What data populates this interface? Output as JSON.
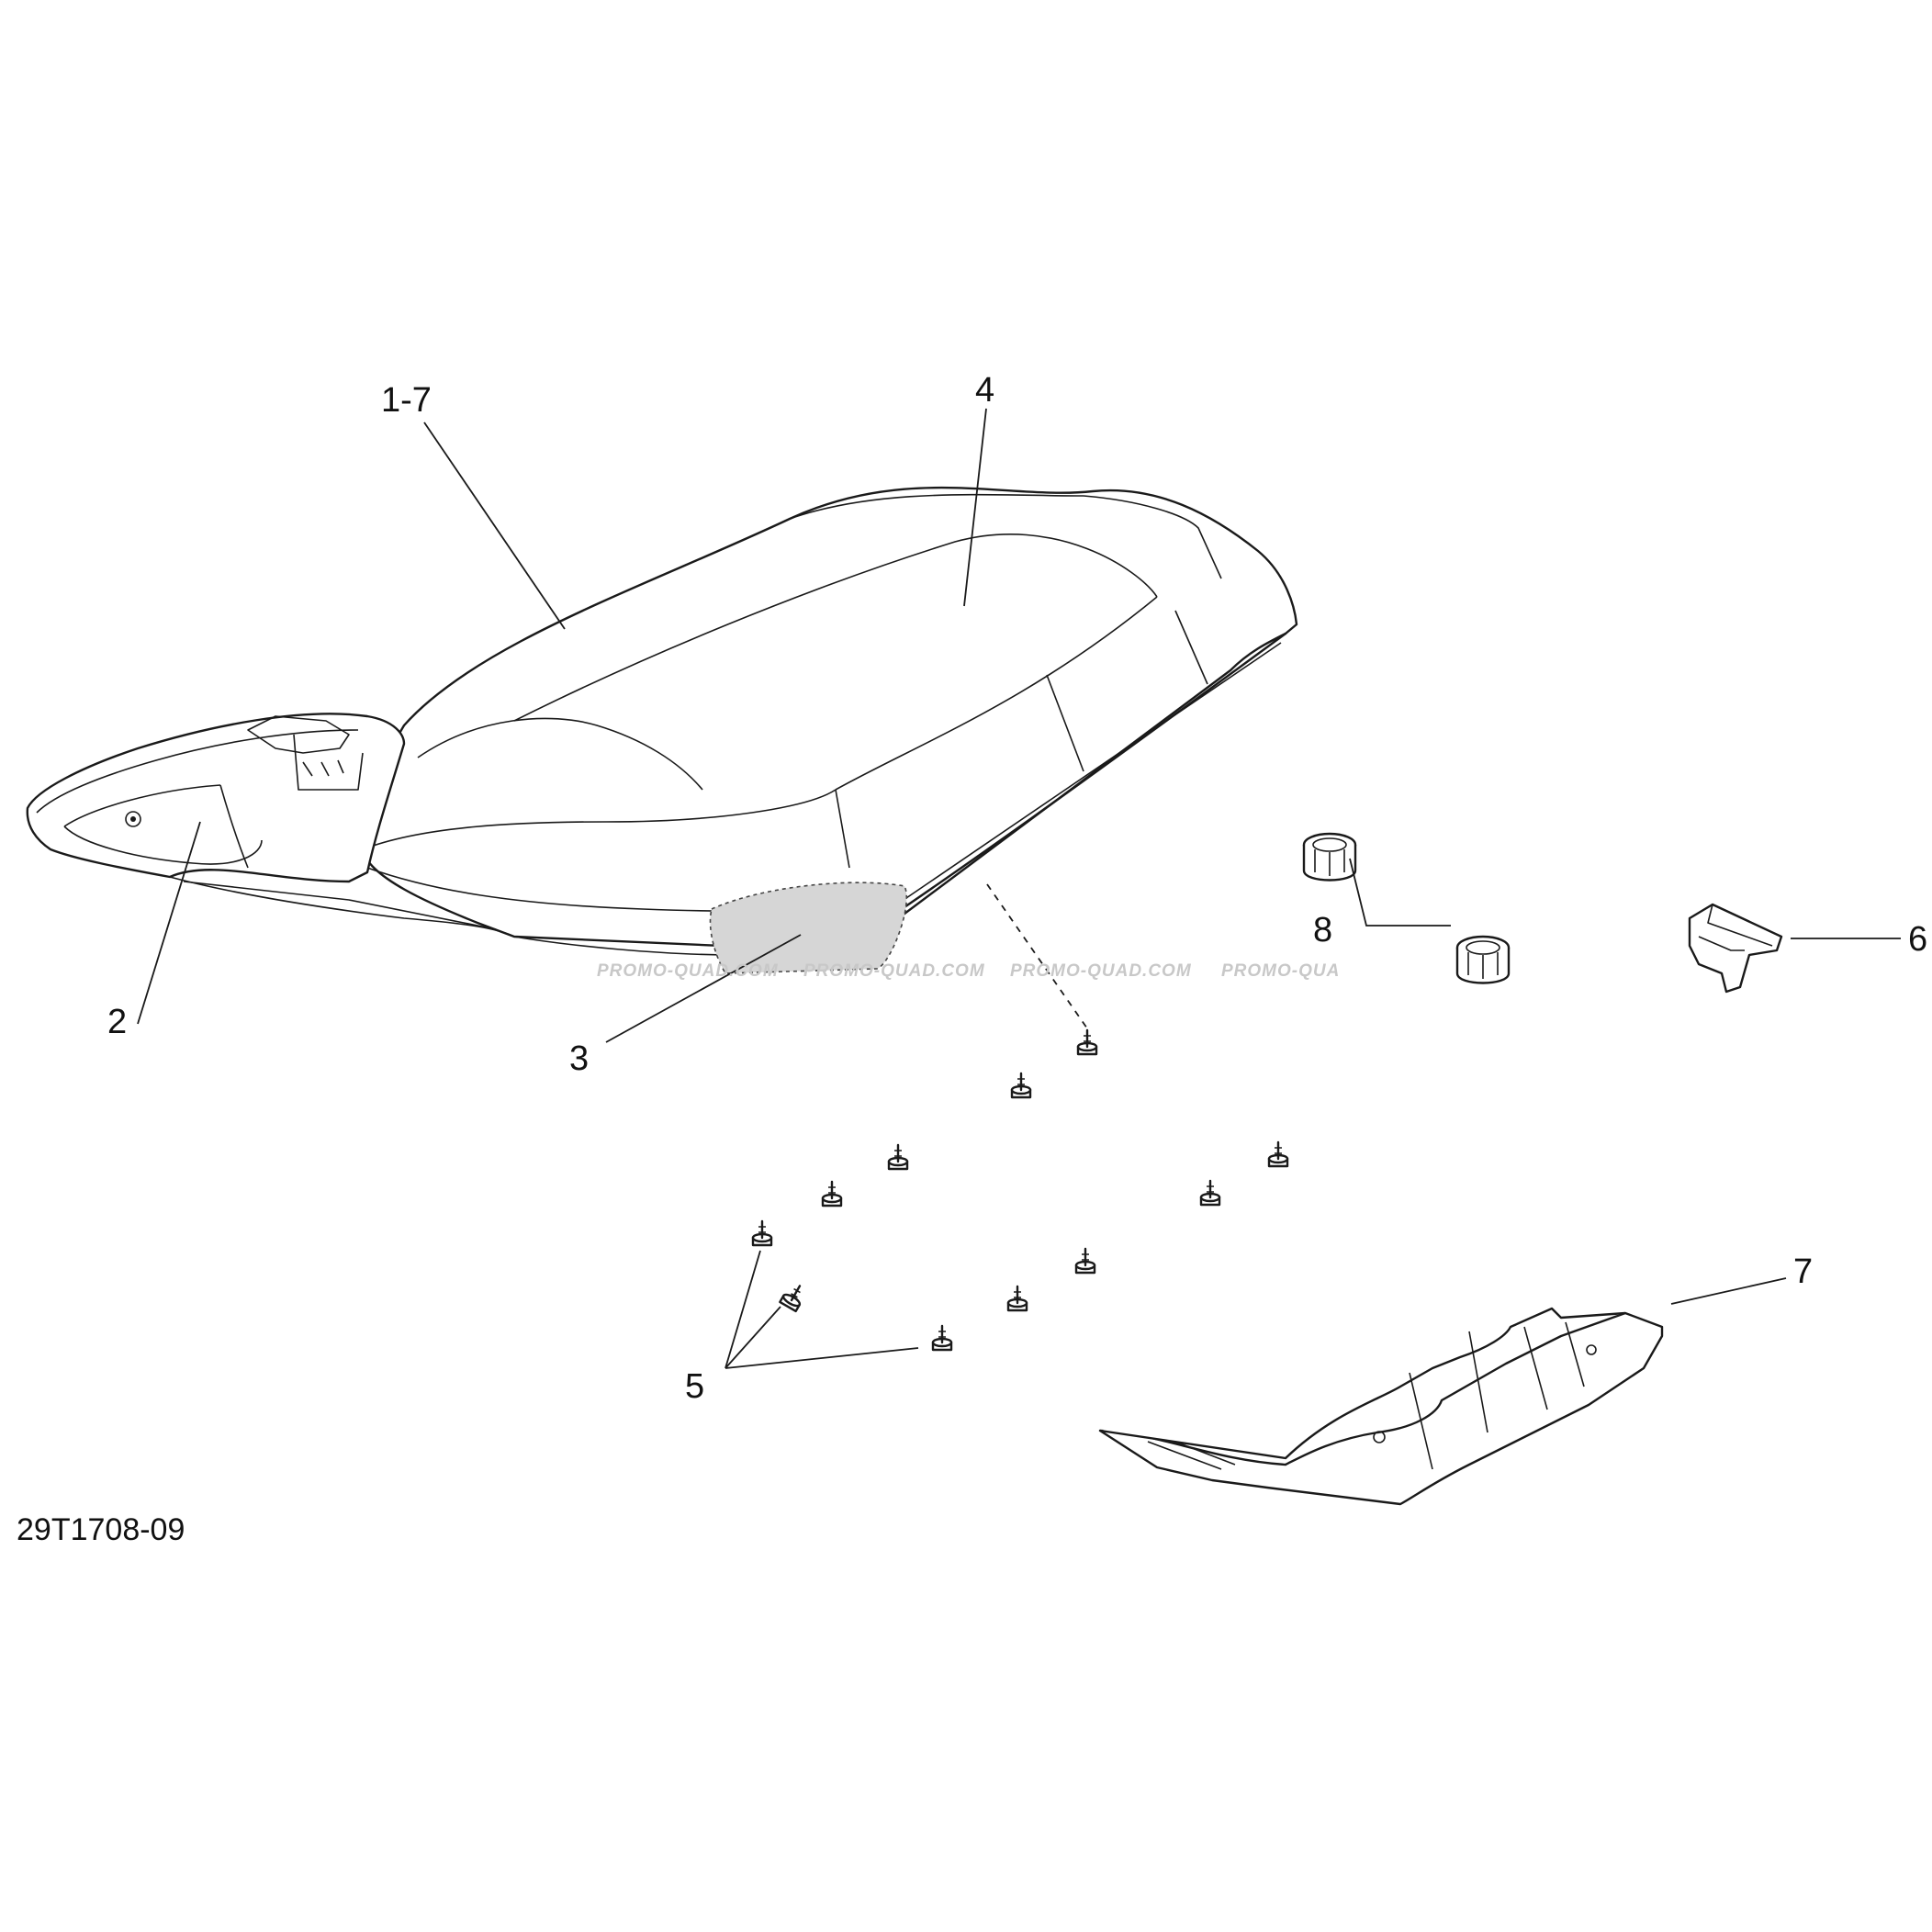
{
  "diagram": {
    "drawing_code": "29T1708-09",
    "watermark": [
      "PROMO-QUAD.COM",
      "PROMO-QUAD.COM",
      "PROMO-QUAD.COM",
      "PROMO-QUA"
    ],
    "callouts": [
      "1-7",
      "4",
      "2",
      "3",
      "8",
      "6",
      "5",
      "7"
    ]
  }
}
